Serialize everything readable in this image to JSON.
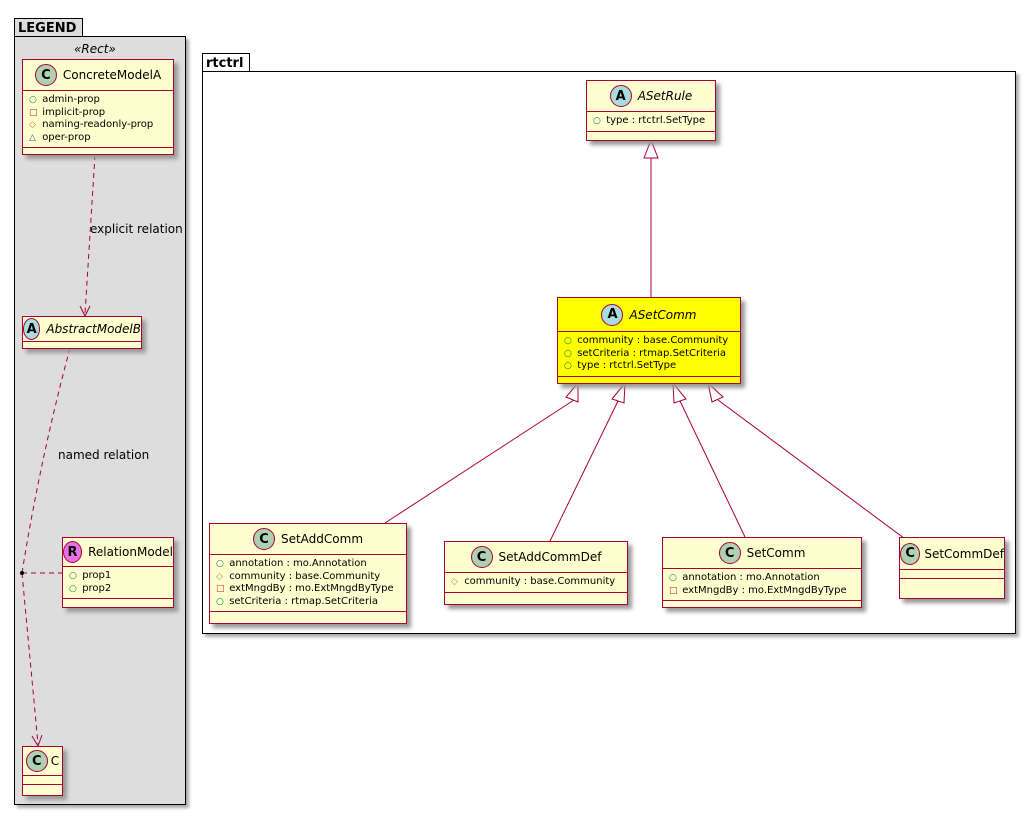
{
  "legend": {
    "title": "LEGEND",
    "stereotype": "«Rect»",
    "concrete": {
      "name": "ConcreteModelA",
      "spot": "C",
      "attrs": [
        {
          "vis": "○",
          "c": "#038048",
          "t": "admin-prop"
        },
        {
          "vis": "□",
          "c": "#c82930",
          "t": "implicit-prop"
        },
        {
          "vis": "◇",
          "c": "#b38d22",
          "t": "naming-readonly-prop"
        },
        {
          "vis": "△",
          "c": "#1963a0",
          "t": "oper-prop"
        }
      ]
    },
    "abstract": {
      "name": "AbstractModelB",
      "spot": "A"
    },
    "relation": {
      "name": "RelationModel",
      "spot": "R",
      "attrs": [
        {
          "vis": "○",
          "c": "#038048",
          "t": "prop1"
        },
        {
          "vis": "○",
          "c": "#038048",
          "t": "prop2"
        }
      ]
    },
    "c": {
      "name": "C",
      "spot": "C"
    },
    "explicit_label": "explicit relation",
    "named_label": "named relation"
  },
  "rtctrl": {
    "title": "rtctrl",
    "asetrule": {
      "name": "ASetRule",
      "spot": "A",
      "attrs": [
        {
          "vis": "○",
          "c": "#038048",
          "t": "type : rtctrl.SetType"
        }
      ]
    },
    "asetcomm": {
      "name": "ASetComm",
      "spot": "A",
      "attrs": [
        {
          "vis": "○",
          "c": "#038048",
          "t": "community : base.Community"
        },
        {
          "vis": "○",
          "c": "#038048",
          "t": "setCriteria : rtmap.SetCriteria"
        },
        {
          "vis": "○",
          "c": "#038048",
          "t": "type : rtctrl.SetType"
        }
      ]
    },
    "setaddcomm": {
      "name": "SetAddComm",
      "spot": "C",
      "attrs": [
        {
          "vis": "○",
          "c": "#038048",
          "t": "annotation : mo.Annotation"
        },
        {
          "vis": "◇",
          "c": "#b38d22",
          "t": "community : base.Community"
        },
        {
          "vis": "□",
          "c": "#c82930",
          "t": "extMngdBy : mo.ExtMngdByType"
        },
        {
          "vis": "○",
          "c": "#038048",
          "t": "setCriteria : rtmap.SetCriteria"
        }
      ]
    },
    "setaddcommdef": {
      "name": "SetAddCommDef",
      "spot": "C",
      "attrs": [
        {
          "vis": "◇",
          "c": "#b38d22",
          "t": "community : base.Community"
        }
      ]
    },
    "setcomm": {
      "name": "SetComm",
      "spot": "C",
      "attrs": [
        {
          "vis": "○",
          "c": "#038048",
          "t": "annotation : mo.Annotation"
        },
        {
          "vis": "□",
          "c": "#c82930",
          "t": "extMngdBy : mo.ExtMngdByType"
        }
      ]
    },
    "setcommdef": {
      "name": "SetCommDef",
      "spot": "C",
      "attrs": []
    }
  },
  "colors": {
    "class_bg": "#fefece",
    "border": "#a80036",
    "highlight": "#ffff00",
    "spotC": "#add1b2",
    "spotA": "#a9dcdf",
    "spotR": "#e572e5"
  }
}
